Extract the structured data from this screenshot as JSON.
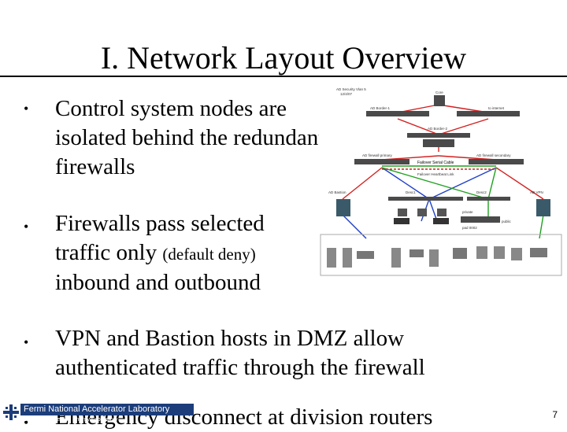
{
  "slide": {
    "title": "I. Network Layout Overview",
    "page_number": "7"
  },
  "bullets": [
    {
      "lines": [
        "Control system nodes are",
        "isolated behind the redundant",
        "firewalls"
      ]
    },
    {
      "line1": "Firewalls pass selected",
      "line2_main": "traffic only ",
      "line2_small": "(default deny)",
      "line3": "inbound and outbound"
    },
    {
      "lines": [
        "VPN and Bastion hosts in DMZ allow",
        "authenticated traffic through the firewall"
      ]
    },
    {
      "lines": [
        "Emergency disconnect at division routers"
      ]
    }
  ],
  "footer": {
    "lab_name": "Fermi National Accelerator Laboratory",
    "lab_sub": "U.S. Department of Energy Laboratory"
  },
  "diagram": {
    "labels": {
      "top_label": "AD Security Vlan 5",
      "top_sub": "12/4/07",
      "core": "Core",
      "ad_border1": "AD Border-1",
      "to_internet": "to internet",
      "ad_border2": "AD Border-2",
      "fw_primary": "AD firewall primary",
      "fw_secondary": "AD firewall secondary",
      "failover": "Failover Serial Cable",
      "failover_hb": "Failover Heartbeat Link",
      "desc1": "Desc1",
      "desc2": "Desc2",
      "ad_bastion": "AD Bastion",
      "ad_vpn": "AD VPN",
      "private": "private",
      "public": "public",
      "pad": "pad 0002"
    },
    "colors": {
      "red": "#d42020",
      "blue": "#2040c8",
      "green": "#20a020",
      "switch": "#4a4a4a",
      "server": "#3a5a6a"
    }
  }
}
